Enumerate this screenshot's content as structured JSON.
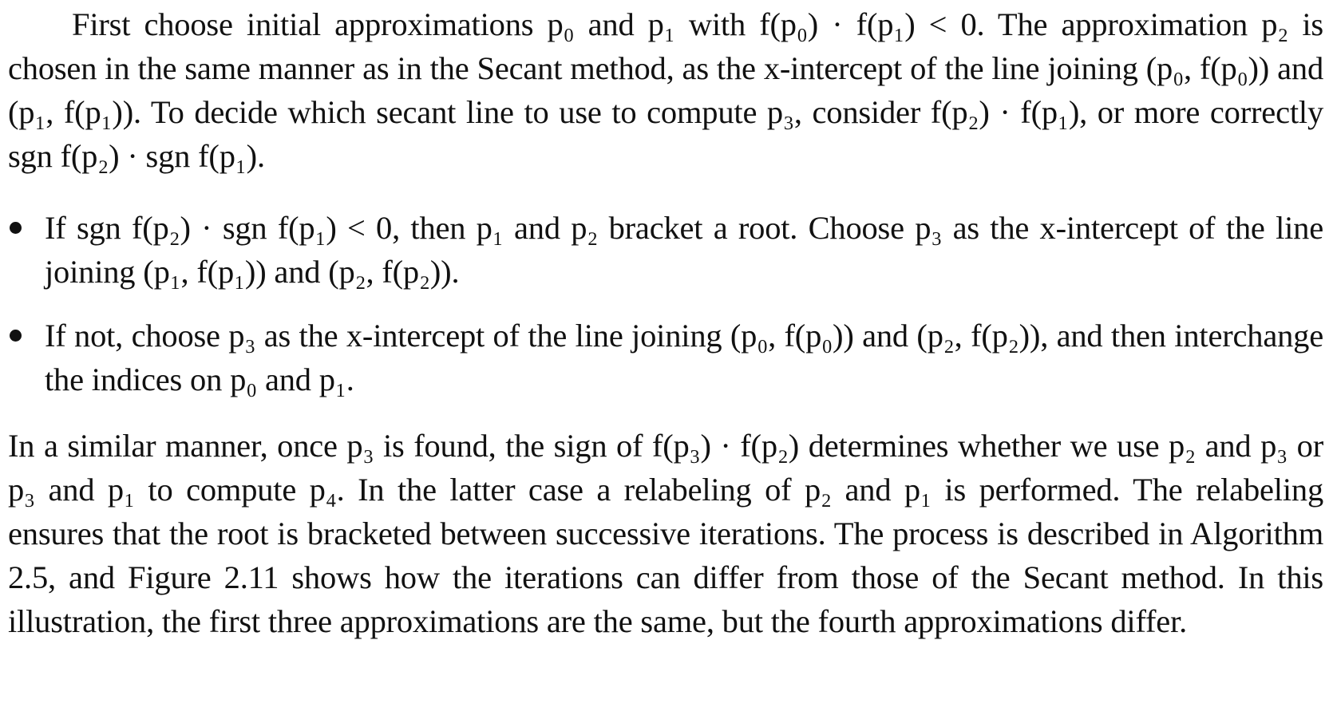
{
  "paragraph_intro": "First choose initial approximations p₀ and p₁ with f(p₀) · f(p₁) < 0. The approximation p₂ is chosen in the same manner as in the Secant method, as the x-intercept of the line joining (p₀, f(p₀)) and (p₁, f(p₁)). To decide which secant line to use to compute p₃, consider f(p₂) · f(p₁), or more correctly sgn f(p₂) · sgn f(p₁).",
  "bullets": [
    "If sgn f(p₂) · sgn f(p₁) < 0, then p₁ and p₂ bracket a root. Choose p₃ as the x-intercept of the line joining (p₁, f(p₁)) and (p₂, f(p₂)).",
    "If not, choose p₃ as the x-intercept of the line joining (p₀, f(p₀)) and (p₂, f(p₂)), and then interchange the indices on p₀ and p₁."
  ],
  "paragraph_followup": "In a similar manner, once p₃ is found, the sign of f(p₃) · f(p₂) determines whether we use p₂ and p₃ or p₃ and p₁ to compute p₄. In the latter case a relabeling of p₂ and p₁ is performed. The relabeling ensures that the root is bracketed between successive iterations. The process is described in Algorithm 2.5, and Figure 2.11 shows how the iterations can differ from those of the Secant method. In this illustration, the first three approximations are the same, but the fourth approximations differ."
}
